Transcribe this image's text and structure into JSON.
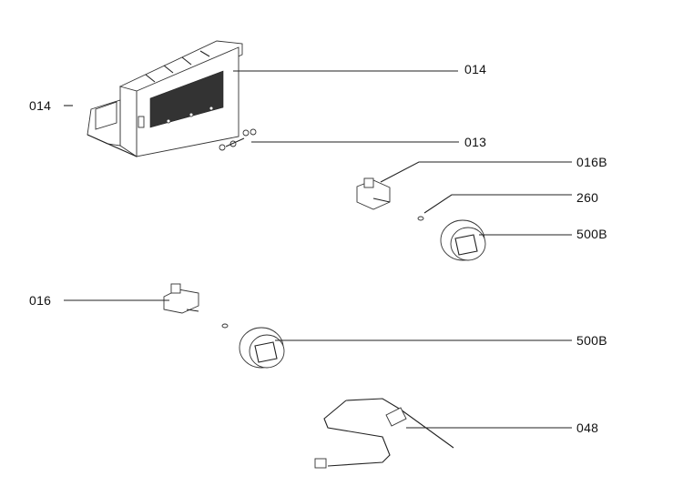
{
  "diagram": {
    "labels": {
      "l1": "014",
      "l2": "014",
      "l3": "013",
      "l4": "016B",
      "l5": "260",
      "l6": "500B",
      "l7": "016",
      "l8": "500B",
      "l9": "048"
    }
  }
}
